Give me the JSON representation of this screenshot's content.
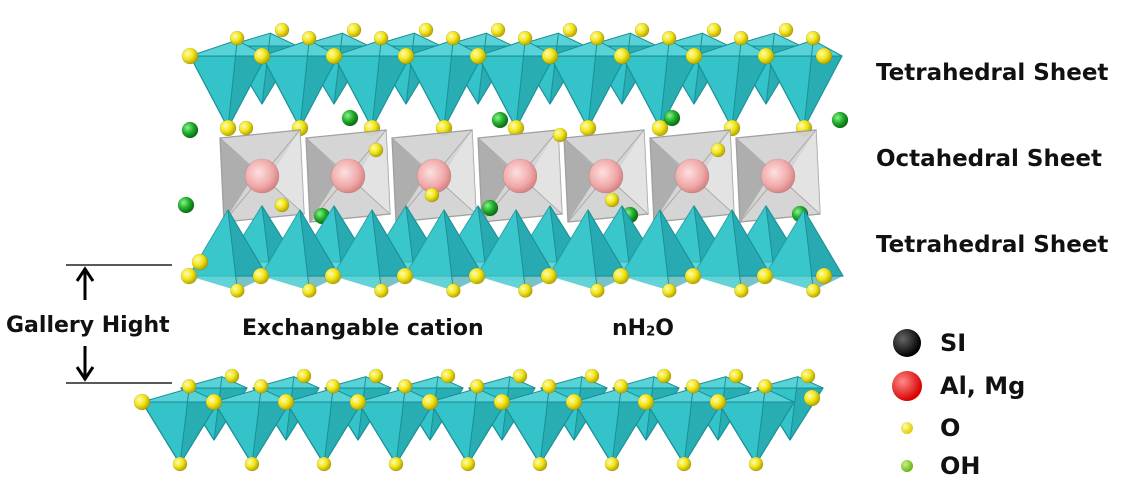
{
  "labels": {
    "tetrahedral_top": "Tetrahedral Sheet",
    "octahedral": "Octahedral Sheet",
    "tetrahedral_bottom": "Tetrahedral Sheet",
    "gallery_height": "Gallery Hight",
    "exchangeable_cation": "Exchangable cation",
    "water": {
      "prefix": "nH",
      "subscript": "2",
      "suffix": "O"
    }
  },
  "legend": [
    {
      "label": "SI",
      "color": "#000000",
      "name": "si-atom"
    },
    {
      "label": "Al, Mg",
      "color": "#ee1111",
      "name": "al-mg-atom"
    },
    {
      "label": "O",
      "color": "#f2e51a",
      "name": "o-atom"
    },
    {
      "label": "OH",
      "color": "#7dc81e",
      "name": "oh-atom"
    }
  ],
  "colors": {
    "tetrahedron_face": "#33c3c9",
    "tetrahedron_edge": "#1a8f96",
    "tetrahedron_dark": "#1f9aa1",
    "octahedron_face": "#d2d2d2",
    "octahedron_edge": "#9a9a9a",
    "octahedral_cation": "#f0a8a8",
    "oxygen": "#f2e51a",
    "hydroxyl": "#1fb02a"
  }
}
